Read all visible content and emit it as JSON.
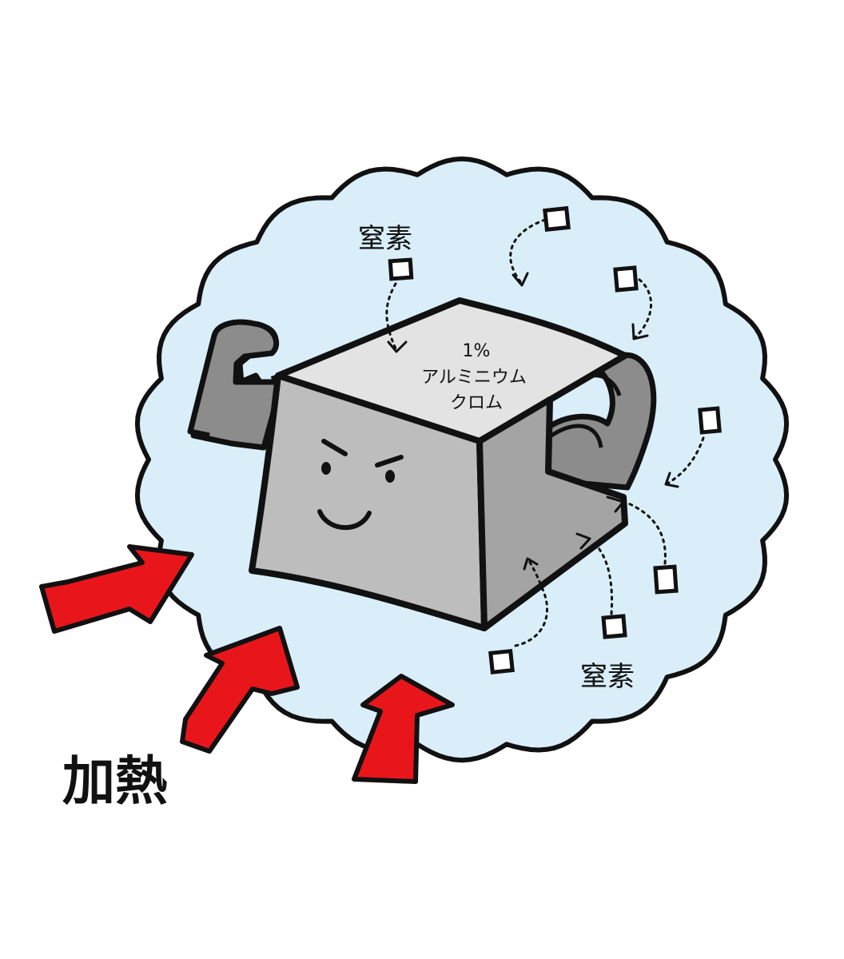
{
  "labels": {
    "nitrogen_top": "窒素",
    "nitrogen_bottom": "窒素",
    "heat": "加熱"
  },
  "cube_label": {
    "line1": "1%",
    "line2": "アルミニウム",
    "line3": "クロム"
  },
  "colors": {
    "cloud_fill": "#d9eef9",
    "outline": "#111111",
    "cube_top": "#e3e3e3",
    "cube_front": "#bdbdbd",
    "cube_side": "#a4a4a4",
    "arms": "#8c8c8c",
    "heat_arrow": "#e8161b",
    "particle": "#ffffff"
  }
}
